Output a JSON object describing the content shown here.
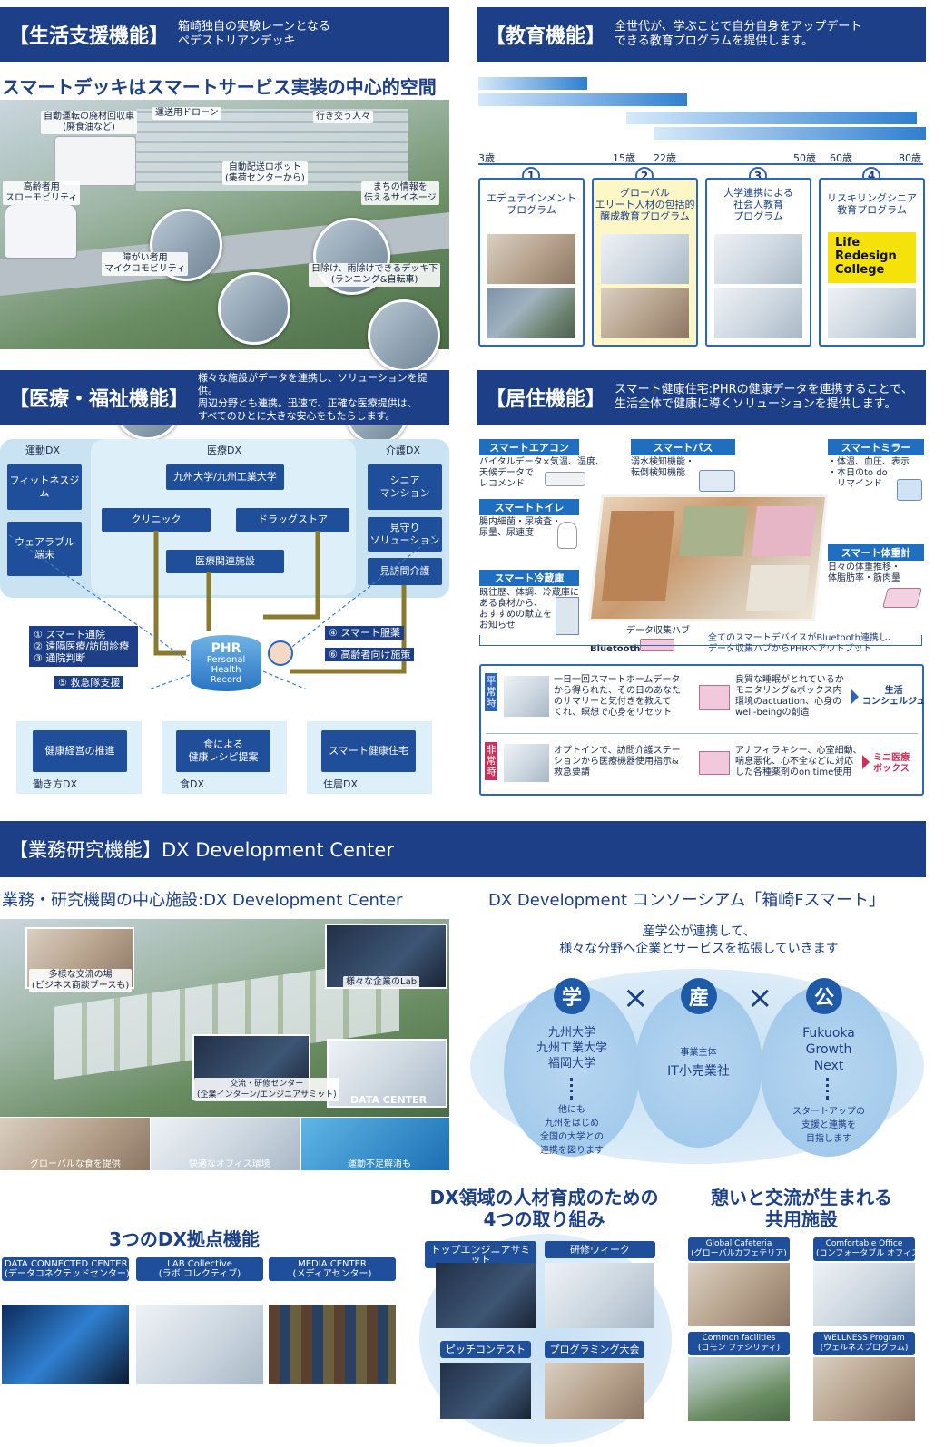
{
  "life": {
    "title": "【生活支援機能】",
    "subtitle": [
      "箱崎独自の実験レーンとなる",
      "ペデストリアンデッキ"
    ],
    "headline": "スマートデッキはスマートサービス実装の中心的空間",
    "captions": [
      "自動運転の廃材回収車\n(廃食油など)",
      "運送用ドローン",
      "行き交う人々",
      "自動配送ロボット\n(集荷センターから)",
      "高齢者用\nスローモビリティ",
      "まちの情報を\n伝えるサイネージ",
      "障がい者用\nマイクロモビリティ",
      "日除け、雨除けできるデッキ下\n(ランニング&自転車)"
    ]
  },
  "education": {
    "title": "【教育機能】",
    "subtitle": [
      "全世代が、学ぶことで自分自身をアップデート",
      "できる教育プログラムを提供します。"
    ],
    "ages": [
      "3歳",
      "15歳",
      "22歳",
      "50歳",
      "60歳",
      "80歳"
    ],
    "programs": [
      {
        "num": "1",
        "label": "エデュテインメント\nプログラム"
      },
      {
        "num": "2",
        "label": "グローバル\nエリート人材の包括的\n醸成教育プログラム"
      },
      {
        "num": "3",
        "label": "大学連携による\n社会人教育\nプログラム"
      },
      {
        "num": "4",
        "label": "リスキリングシニア\n教育プログラム"
      }
    ],
    "logo": [
      "Life",
      "Redesign",
      "College"
    ]
  },
  "medical": {
    "title": "【医療・福祉機能】",
    "subtitle": [
      "様々な施設がデータを連携し、ソリューションを提供。",
      "周辺分野とも連携。迅速で、正確な医療提供は、",
      "すべてのひとに大きな安心をもたらします。"
    ],
    "zones": [
      "運動DX",
      "医療DX",
      "介護DX"
    ],
    "boxes": {
      "fitness": "フィットネスジム",
      "wearable": "ウェアラブル\n端末",
      "univ": "九州大学/九州工業大学",
      "clinic": "クリニック",
      "drugstore": "ドラッグストア",
      "medfac": "医療関連施設",
      "senior": "シニア\nマンション",
      "watch": "見守り\nソリューション",
      "visit": "見訪問介護"
    },
    "phr": [
      "PHR",
      "Personal",
      "Health",
      "Record"
    ],
    "left_list": [
      "① スマート通院",
      "② 遠隔医療/訪問診療",
      "③ 通院判断"
    ],
    "left_extra": "⑤ 救急隊支援",
    "right_list": [
      "④ スマート服薬",
      "⑥ 高齢者向け施策"
    ],
    "bottom": [
      {
        "box": "健康経営の推進",
        "label": "働き方DX"
      },
      {
        "box": "食による\n健康レシピ提案",
        "label": "食DX"
      },
      {
        "box": "スマート健康住宅",
        "label": "住居DX"
      }
    ]
  },
  "housing": {
    "title": "【居住機能】",
    "subtitle": [
      "スマート健康住宅:PHRの健康データを連携することで、",
      "生活全体で健康に導くソリューションを提供します。"
    ],
    "devices": [
      {
        "tag": "スマートエアコン",
        "desc": "バイタルデータ×気温、湿度、\n天候データで\nレコメンド"
      },
      {
        "tag": "スマートバス",
        "desc": "溺水検知機能・\n転倒検知機能"
      },
      {
        "tag": "スマートミラー",
        "desc": "・体温、血圧、表示\n・本日のto do\n　リマインド"
      },
      {
        "tag": "スマートトイレ",
        "desc": "腸内細菌・尿検査・\n尿量、尿速度"
      },
      {
        "tag": "スマート体重計",
        "desc": "日々の体重推移・\n体脂肪率・筋肉量"
      },
      {
        "tag": "スマート冷蔵庫",
        "desc": "既往歴、体調、冷蔵庫に\nある食材から、\nおすすめの献立を\nお知らせ"
      }
    ],
    "hub": "データ収集ハブ",
    "bluetooth": "Bluetooth",
    "hub_note": "全てのスマートデバイスがBluetooth連携し、\nデータ収集ハブからPHRへアウトプット",
    "normal_label": "平常時",
    "normal_text1": "一日一回スマートホームデータ\nから得られた、その日のあなた\nのサマリーと気付きを教えて\nくれ、瞑想で心身をリセット",
    "normal_text2": "良質な睡眠がとれているか\nモニタリング&ボックス内\n環境のactuation、心身の\nwell-beingの創造",
    "normal_result": "生活\nコンシェルジュ",
    "emergency_label": "非常時",
    "emergency_text1": "オプトインで、訪問介護ステー\nションから医療機器使用指示&\n救急要請",
    "emergency_text2": "アナフィラキシー、心室細動、\n喘息悪化、心不全などに対応\nした各種薬剤のon time使用",
    "emergency_result": "ミニ医療\nボックス"
  },
  "research": {
    "title": "【業務研究機能】DX Development Center",
    "left_headline": "業務・研究機関の中心施設:DX Development Center",
    "right_headline": "DX Development コンソーシアム「箱崎Fスマート」",
    "photo_caps": [
      "多様な交流の場\n(ビジネス商談ブースも)",
      "様々な企業のLab",
      "交流・研修センター\n(企業インターン/エンジニアサミット)",
      "DATA CENTER",
      "グローバルな食を提供",
      "快適なオフィス環境",
      "運動不足解消も"
    ],
    "consortium_intro": [
      "産学公が連携して、",
      "様々な分野へ企業とサービスを拡張していきます"
    ],
    "circles": [
      {
        "kanji": "学",
        "body": "九州大学\n九州工業大学\n福岡大学",
        "foot": "他にも\n九州をはじめ\n全国の大学との\n連携を図ります"
      },
      {
        "kanji": "産",
        "body_small": "事業主体",
        "body": "IT小売業社",
        "foot": ""
      },
      {
        "kanji": "公",
        "body": "Fukuoka\nGrowth\nNext",
        "foot": "スタートアップの\n支援と連携を\n目指します"
      }
    ],
    "times": "×"
  },
  "bottom": {
    "dx3_title": "3つのDX拠点機能",
    "dx3": [
      "DATA CONNECTED CENTER\n(データコネクテッドセンター)",
      "LAB Collective\n(ラボ コレクティブ)",
      "MEDIA CENTER\n(メディアセンター)"
    ],
    "talent_title": [
      "DX領域の人材育成のための",
      "4つの取り組み"
    ],
    "talent": [
      "トップエンジニアサミット",
      "研修ウィーク",
      "ピッチコンテスト",
      "プログラミング大会"
    ],
    "shared_title": [
      "憩いと交流が生まれる",
      "共用施設"
    ],
    "shared": [
      "Global Cafeteria\n(グローバルカフェテリア)",
      "Comfortable Office\n(コンフォータブル オフィス)",
      "Common facilities\n(コモン ファシリティ)",
      "WELLNESS Program\n(ウェルネスプログラム)"
    ]
  }
}
